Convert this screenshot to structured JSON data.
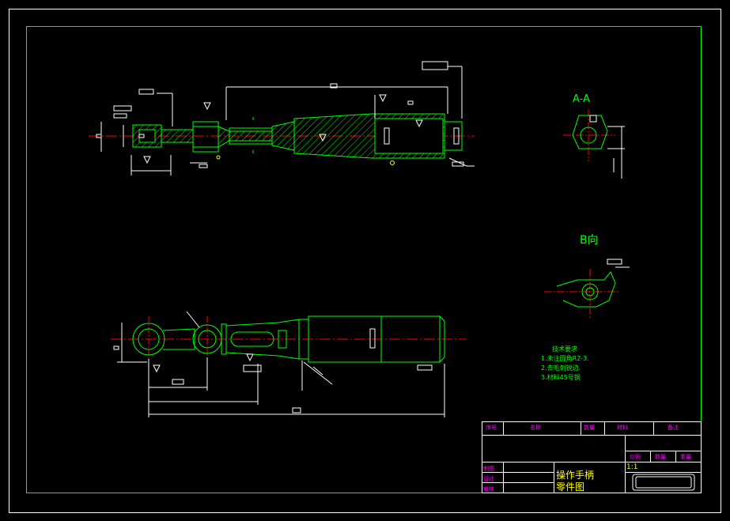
{
  "views": {
    "section_aa_label": "A-A",
    "view_b_label": "B向"
  },
  "technical_requirements": {
    "title": "技术要求",
    "items": [
      "1.未注圆角R2-3.",
      "2.去毛刺锐边.",
      "3.材料45号钢"
    ]
  },
  "title_block": {
    "part_name": "操作手柄",
    "drawing_type": "零件图",
    "scale": "1:1",
    "header_cells": [
      "序号",
      "名称",
      "数量",
      "材料",
      "备注"
    ],
    "row_labels": [
      "制图",
      "设计",
      "审核"
    ],
    "sheet_cells": [
      "比例",
      "数量",
      "重量"
    ]
  },
  "colors": {
    "background": "#000000",
    "border": "#00ff00",
    "outline": "#00ff00",
    "centerline": "#ff0000",
    "dimension": "#ffffff",
    "annotation": "#ffff00",
    "table_text": "#ff00ff"
  }
}
